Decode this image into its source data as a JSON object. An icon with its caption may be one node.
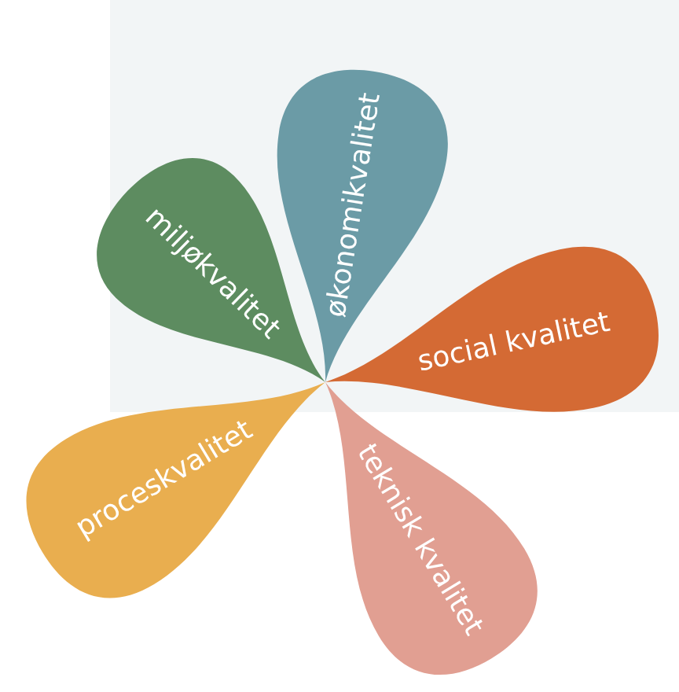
{
  "diagram": {
    "nodes": [
      {
        "text": [
          "miljøkvalitet"
        ]
      },
      {
        "text": [
          "økonomikvalitet"
        ]
      },
      {
        "text": [
          "social kvalitet"
        ]
      },
      {
        "text": [
          "teknisk kvalitet"
        ]
      },
      {
        "text": [
          "proceskvalitet"
        ]
      }
    ]
  }
}
